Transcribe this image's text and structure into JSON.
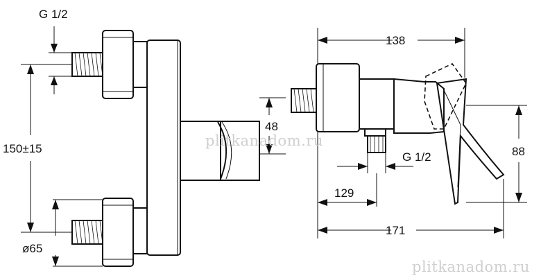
{
  "dimensions": {
    "left_thread": "G 1/2",
    "center_distance": "150±15",
    "cover_diameter": "ø65",
    "outlet_height": "48",
    "total_depth": "138",
    "lever_height": "88",
    "right_thread": "G 1/2",
    "outlet_depth": "129",
    "total_length": "171"
  },
  "watermarks": {
    "center": "plitkanadom.ru",
    "corner": "plitkanadom.ru"
  },
  "colors": {
    "line": "#111111",
    "watermark": "#cfcfcf",
    "background": "#ffffff"
  }
}
